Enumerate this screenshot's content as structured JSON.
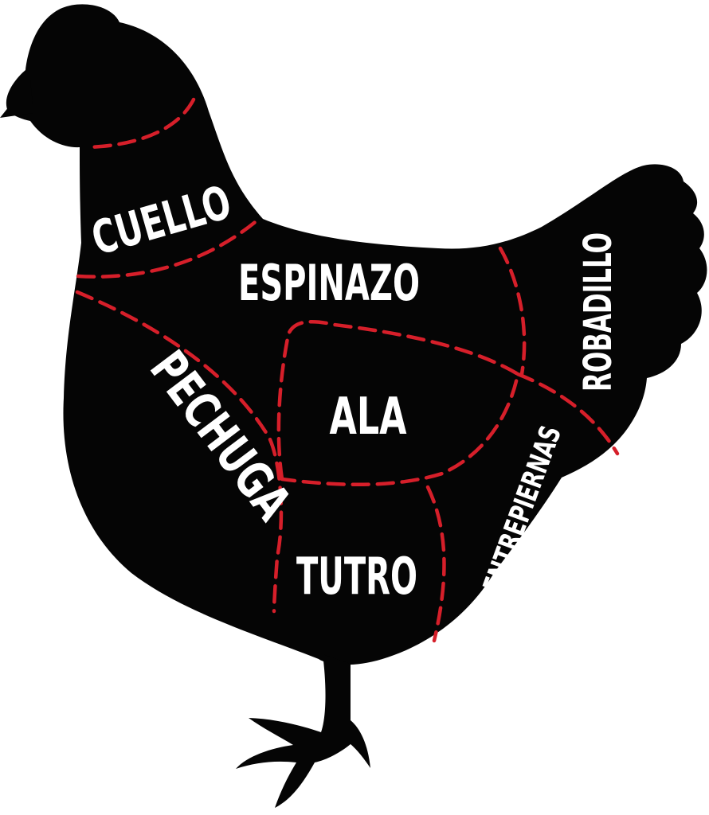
{
  "colors": {
    "background": "#ffffff",
    "silhouette": "#050505",
    "cut_line": "#d61f2a",
    "label": "#ffffff"
  },
  "cuts": {
    "cuello": "CUELLO",
    "espinazo": "ESPINAZO",
    "pechuga": "PECHUGA",
    "ala": "ALA",
    "robadillo": "ROBADILLO",
    "tutro": "TUTRO",
    "entrepiernas": "ENTREPIERNAS"
  }
}
